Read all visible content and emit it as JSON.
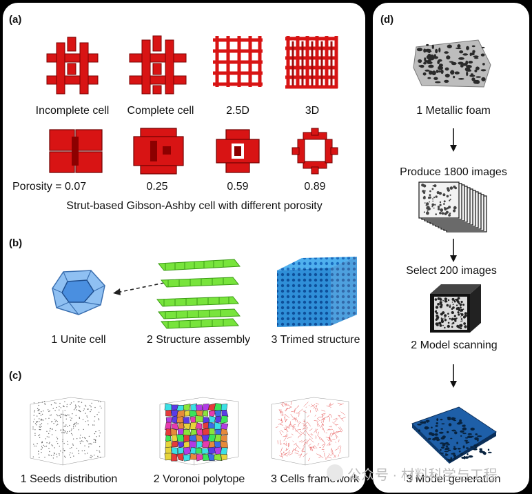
{
  "panel_a": {
    "tag": "(a)",
    "labels": [
      "Incomplete cell",
      "Complete cell",
      "2.5D",
      "3D"
    ],
    "porosity_prefix": "Porosity = 0.07",
    "porosities": [
      "0.25",
      "0.59",
      "0.89"
    ],
    "caption": "Strut-based Gibson-Ashby cell with different porosity",
    "strut_color": "#e01515"
  },
  "panel_b": {
    "tag": "(b)",
    "labels": [
      "1  Unite cell",
      "2 Structure assembly",
      "3 Trimed structure"
    ],
    "colors": {
      "cell": "#7fb4ee",
      "assembly": "#6fe03a",
      "trimmed": "#2f8fd8"
    }
  },
  "panel_c": {
    "tag": "(c)",
    "labels": [
      "1 Seeds distribution",
      "2 Voronoi polytope",
      "3 Cells framework"
    ]
  },
  "panel_d": {
    "tag": "(d)",
    "steps": [
      "1 Metallic foam",
      "Produce 1800 images",
      "Select 200 images",
      "2 Model scanning",
      "3 Model generation"
    ]
  },
  "watermark": "公众号 · 材料科学与工程"
}
